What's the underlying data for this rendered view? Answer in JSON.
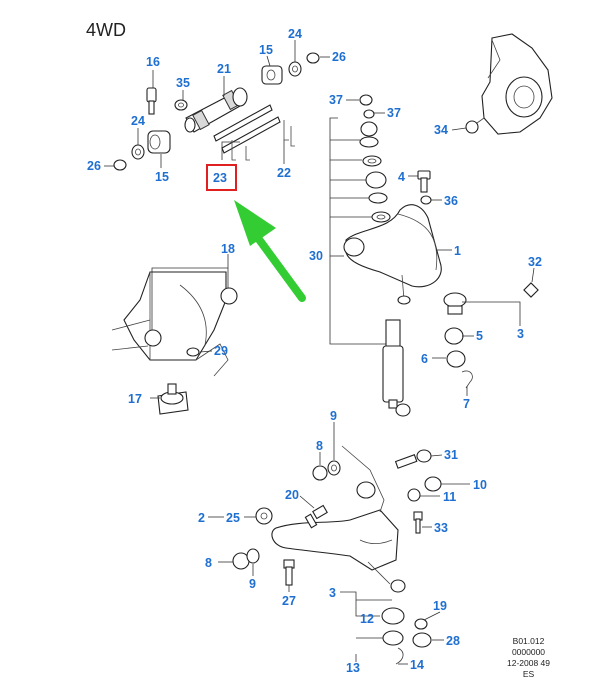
{
  "title": "4WD",
  "reference": [
    "B01.012",
    "0000000",
    "12-2008 49",
    "ES"
  ],
  "colors": {
    "label": "#1f6fd0",
    "highlight_box": "#e02020",
    "arrow": "#33cc33"
  },
  "highlighted_part": "23",
  "callouts": [
    {
      "id": "c16",
      "text": "16"
    },
    {
      "id": "c35",
      "text": "35"
    },
    {
      "id": "c21",
      "text": "21"
    },
    {
      "id": "c15a",
      "text": "15"
    },
    {
      "id": "c24a",
      "text": "24"
    },
    {
      "id": "c26a",
      "text": "26"
    },
    {
      "id": "c24b",
      "text": "24"
    },
    {
      "id": "c26b",
      "text": "26"
    },
    {
      "id": "c15b",
      "text": "15"
    },
    {
      "id": "c23",
      "text": "23"
    },
    {
      "id": "c22",
      "text": "22"
    },
    {
      "id": "c37a",
      "text": "37"
    },
    {
      "id": "c37b",
      "text": "37"
    },
    {
      "id": "c34",
      "text": "34"
    },
    {
      "id": "c4",
      "text": "4"
    },
    {
      "id": "c36",
      "text": "36"
    },
    {
      "id": "c30",
      "text": "30"
    },
    {
      "id": "c1",
      "text": "1"
    },
    {
      "id": "c18",
      "text": "18"
    },
    {
      "id": "c32",
      "text": "32"
    },
    {
      "id": "c5",
      "text": "5"
    },
    {
      "id": "c3a",
      "text": "3"
    },
    {
      "id": "c6",
      "text": "6"
    },
    {
      "id": "c29",
      "text": "29"
    },
    {
      "id": "c7",
      "text": "7"
    },
    {
      "id": "c17",
      "text": "17"
    },
    {
      "id": "c9a",
      "text": "9"
    },
    {
      "id": "c8a",
      "text": "8"
    },
    {
      "id": "c31",
      "text": "31"
    },
    {
      "id": "c10",
      "text": "10"
    },
    {
      "id": "c20",
      "text": "20"
    },
    {
      "id": "c11",
      "text": "11"
    },
    {
      "id": "c2",
      "text": "2"
    },
    {
      "id": "c25",
      "text": "25"
    },
    {
      "id": "c33",
      "text": "33"
    },
    {
      "id": "c8b",
      "text": "8"
    },
    {
      "id": "c9b",
      "text": "9"
    },
    {
      "id": "c27",
      "text": "27"
    },
    {
      "id": "c3b",
      "text": "3"
    },
    {
      "id": "c19",
      "text": "19"
    },
    {
      "id": "c12",
      "text": "12"
    },
    {
      "id": "c28",
      "text": "28"
    },
    {
      "id": "c13",
      "text": "13"
    },
    {
      "id": "c14",
      "text": "14"
    }
  ]
}
